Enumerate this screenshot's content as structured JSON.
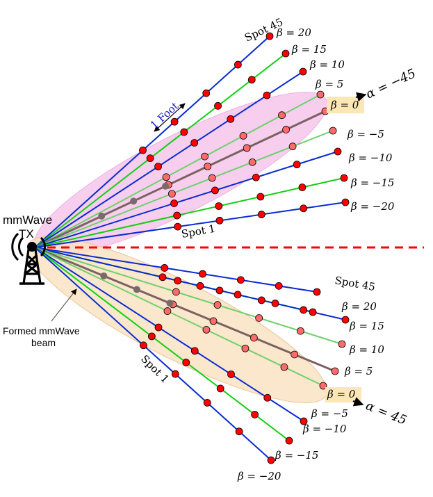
{
  "colors": {
    "background": "#ffffff",
    "blue_line": "#0a2bd0",
    "green_line": "#10d010",
    "light_green_line": "#6cd06c",
    "purple_line": "#8a5ad0",
    "center_line": "#7a6262",
    "dot_red": "#ff0000",
    "dot_pink": "#ff6b6b",
    "dot_gray": "#7a6a6a",
    "dot_outline": "#000000",
    "pink_beam": "#f7c6ec",
    "orange_beam": "#fbe3c4",
    "dashed_axis": "#ff0000",
    "zero_label_bg": "#fbe7b5",
    "foot_label": "#1a1ad0"
  },
  "labels": {
    "tx_line1": "mmWave",
    "tx_line2": "TX",
    "formed_beam_line1": "Formed mmWave",
    "formed_beam_line2": "beam",
    "foot": "1 Foot"
  },
  "upper_beam": {
    "alpha": "α = −45",
    "spot_start": "Spot 1",
    "spot_end": "Spot 45",
    "beta_labels": [
      "β = 20",
      "β = 15",
      "β = 10",
      "β = 5",
      "β = 0",
      "β = −5",
      "β = −10",
      "β = −15",
      "β = −20"
    ]
  },
  "lower_beam": {
    "alpha": "α = 45",
    "spot_start": "Spot 1",
    "spot_end": "Spot 45",
    "beta_labels": [
      "β = 20",
      "β = 15",
      "β = 10",
      "β = 5",
      "β = 0",
      "β = −5",
      "β = −10",
      "β = −15",
      "β = −20"
    ]
  },
  "icons": [
    "tx-antenna-icon",
    "arrow-icon"
  ]
}
